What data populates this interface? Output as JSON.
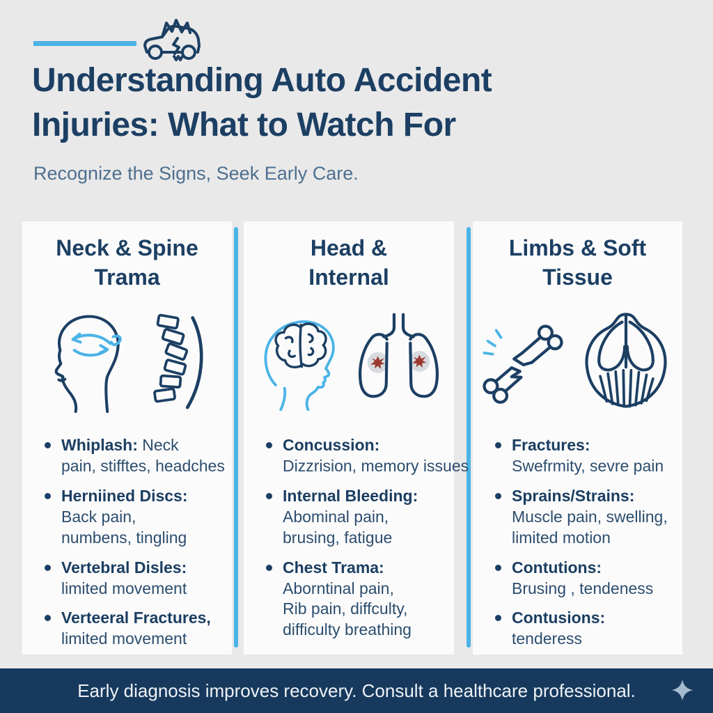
{
  "header": {
    "icon": "crashed-car-icon",
    "title_line1": "Understanding Auto Accident",
    "title_line2": "Injuries: What to Watch For",
    "subtitle": "Recognize the Signs, Seek Early Care."
  },
  "columns": [
    {
      "title_line1": "Neck & Spine",
      "title_line2": "Trama",
      "icons": [
        "whiplash-head-icon",
        "spine-icon"
      ],
      "bullets": [
        {
          "term": "Whiplash:",
          "desc": "Neck\npain, stifftes, headches"
        },
        {
          "term": "Herniined Discs:",
          "desc": "Back pain,\nnumbens, tingling"
        },
        {
          "term": "Vertebral Disles:",
          "desc": "limited movement"
        },
        {
          "term": "Verteeral Fractures,",
          "desc": "limited movement"
        }
      ]
    },
    {
      "title_line1": "Head &",
      "title_line2": "Internal",
      "icons": [
        "brain-icon",
        "lungs-icon"
      ],
      "bullets": [
        {
          "term": "Concussion:",
          "desc": "Dizzrision, memory issues"
        },
        {
          "term": "Internal Bleeding:",
          "desc": "Abominal pain,\nbrusing, fatigue"
        },
        {
          "term": "Chest Trama:",
          "desc": "Aborntinal pain,\nRib pain, diffculty,\ndifficulty breathing"
        }
      ]
    },
    {
      "title_line1": "Limbs & Soft",
      "title_line2": "Tissue",
      "icons": [
        "broken-bone-icon",
        "muscle-icon"
      ],
      "bullets": [
        {
          "term": "Fractures:",
          "desc": "Swefrmity, sevre pain"
        },
        {
          "term": "Sprains/Strains:",
          "desc": "Muscle pain, swelling,\nlimited motion"
        },
        {
          "term": "Contutions:",
          "desc": "Brusing , tendeness"
        },
        {
          "term": "Contusions:",
          "desc": "tenderess"
        }
      ]
    }
  ],
  "footer": {
    "text": "Early diagnosis improves recovery. Consult a healthcare professional.",
    "icon": "sparkle-diamond-icon"
  },
  "colors": {
    "background": "#e9e9e9",
    "card": "#fbfbfb",
    "navy": "#1c3f63",
    "body_text": "#2c4d6e",
    "subtitle_text": "#4e6f8f",
    "accent_blue": "#4bb3e6",
    "footer_bg": "#17395d",
    "footer_text": "#eef2f6",
    "bleed_spot_red": "#9c3a30",
    "bleed_spot_halo": "#d7dbe0",
    "sparkle": "#a7bace"
  }
}
